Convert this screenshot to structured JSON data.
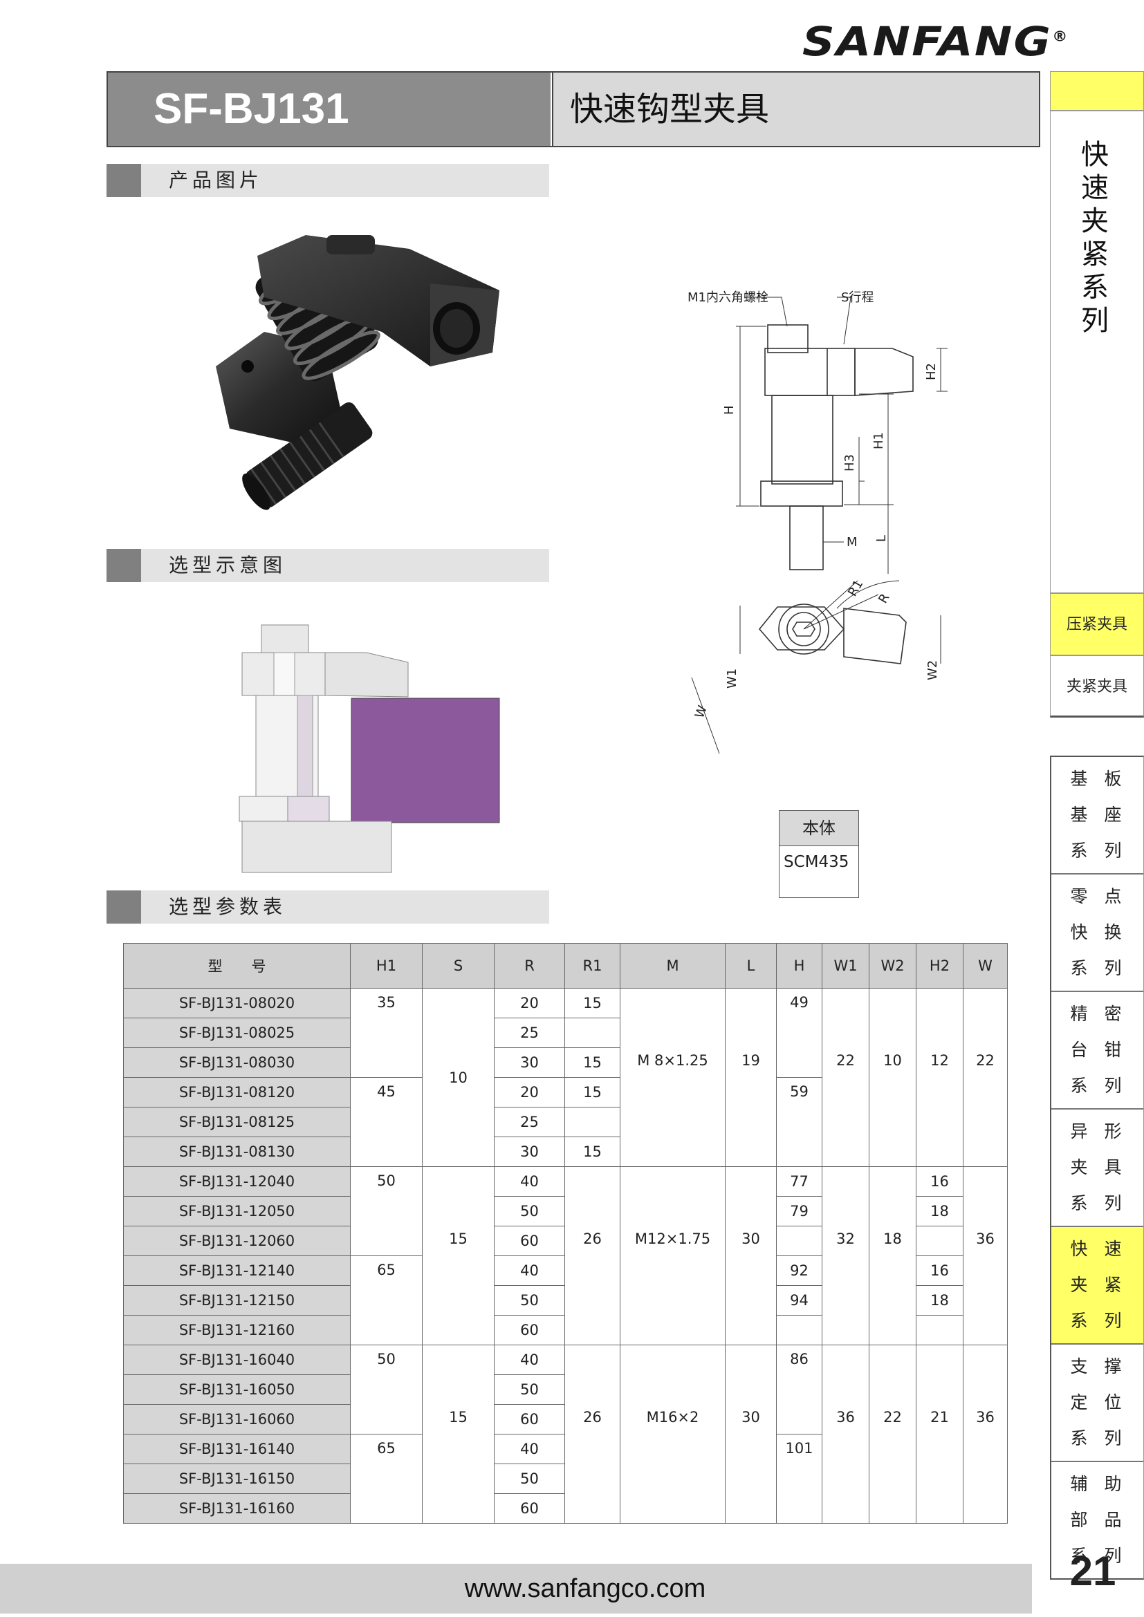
{
  "brand": {
    "name": "SANFANG",
    "reg": "®"
  },
  "title": {
    "model": "SF-BJ131",
    "name": "快速钩型夹具"
  },
  "sections": {
    "photo": "产品图片",
    "schematic": "选型示意图",
    "params": "选型参数表"
  },
  "drawing_labels": {
    "bolt": "M1内六角螺栓",
    "stroke": "S行程",
    "H": "H",
    "H1": "H1",
    "H2": "H2",
    "H3": "H3",
    "M": "M",
    "L": "L",
    "R": "R",
    "R1": "R1",
    "W": "W",
    "W1": "W1",
    "W2": "W2"
  },
  "material": {
    "header": "本体",
    "value": "SCM435"
  },
  "sidebar": {
    "main": "快速夹紧系列",
    "sub1": "压紧夹具",
    "sub2": "夹紧夹具",
    "nav": [
      {
        "lines": [
          "基板",
          "基座",
          "系列"
        ],
        "active": false
      },
      {
        "lines": [
          "零点",
          "快换",
          "系列"
        ],
        "active": false
      },
      {
        "lines": [
          "精密",
          "台钳",
          "系列"
        ],
        "active": false
      },
      {
        "lines": [
          "异形",
          "夹具",
          "系列"
        ],
        "active": false
      },
      {
        "lines": [
          "快速",
          "夹紧",
          "系列"
        ],
        "active": true
      },
      {
        "lines": [
          "支撑",
          "定位",
          "系列"
        ],
        "active": false
      },
      {
        "lines": [
          "辅助",
          "部品",
          "系列"
        ],
        "active": false
      }
    ]
  },
  "table": {
    "headers": [
      "型　　号",
      "H1",
      "S",
      "R",
      "R1",
      "M",
      "L",
      "H",
      "W1",
      "W2",
      "H2",
      "W"
    ],
    "groups": [
      {
        "models": [
          "SF-BJ131-08020",
          "SF-BJ131-08025",
          "SF-BJ131-08030",
          "SF-BJ131-08120",
          "SF-BJ131-08125",
          "SF-BJ131-08130"
        ],
        "H1": [
          "35",
          "45"
        ],
        "S": "10",
        "R": [
          "20",
          "25",
          "30",
          "20",
          "25",
          "30"
        ],
        "R1": [
          "15",
          "",
          "15",
          "15",
          "",
          "15"
        ],
        "M": "M 8×1.25",
        "L": "19",
        "H": [
          "49",
          "59"
        ],
        "W1": "22",
        "W2": "10",
        "H2": [
          "12"
        ],
        "W": "22"
      },
      {
        "models": [
          "SF-BJ131-12040",
          "SF-BJ131-12050",
          "SF-BJ131-12060",
          "SF-BJ131-12140",
          "SF-BJ131-12150",
          "SF-BJ131-12160"
        ],
        "H1": [
          "50",
          "65"
        ],
        "S": "15",
        "R": [
          "40",
          "50",
          "60",
          "40",
          "50",
          "60"
        ],
        "R1": "26",
        "M": "M12×1.75",
        "L": "30",
        "H": [
          "77",
          "79",
          "",
          "92",
          "94",
          ""
        ],
        "W1": "32",
        "W2": "18",
        "H2": [
          "16",
          "18",
          "",
          "16",
          "18",
          ""
        ],
        "W": "36"
      },
      {
        "models": [
          "SF-BJ131-16040",
          "SF-BJ131-16050",
          "SF-BJ131-16060",
          "SF-BJ131-16140",
          "SF-BJ131-16150",
          "SF-BJ131-16160"
        ],
        "H1": [
          "50",
          "65"
        ],
        "S": "15",
        "R": [
          "40",
          "50",
          "60",
          "40",
          "50",
          "60"
        ],
        "R1": "26",
        "M": "M16×2",
        "L": "30",
        "H": [
          "86",
          "101"
        ],
        "W1": "36",
        "W2": "22",
        "H2": [
          "21"
        ],
        "W": "36"
      }
    ]
  },
  "footer": {
    "url": "www.sanfangco.com",
    "page": "21"
  }
}
